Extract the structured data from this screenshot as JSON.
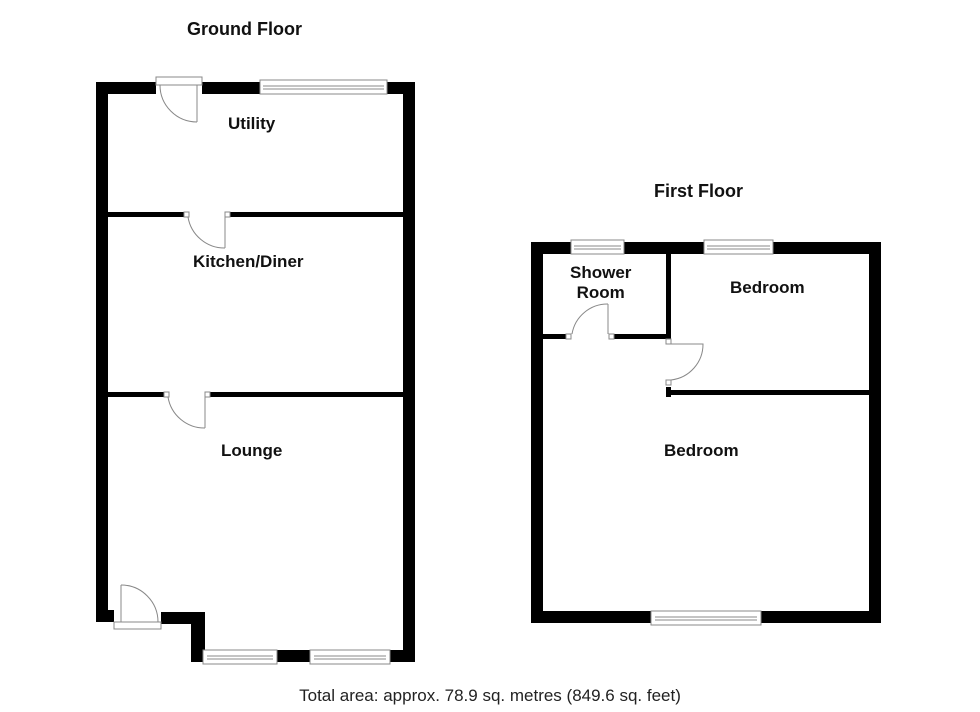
{
  "ground_floor": {
    "title": "Ground Floor",
    "rooms": [
      {
        "name": "Utility"
      },
      {
        "name": "Kitchen/Diner"
      },
      {
        "name": "Lounge"
      }
    ]
  },
  "first_floor": {
    "title": "First Floor",
    "rooms": [
      {
        "name": "Shower Room",
        "line1": "Shower",
        "line2": "Room"
      },
      {
        "name": "Bedroom"
      },
      {
        "name": "Bedroom"
      }
    ]
  },
  "footer": {
    "total_area": "Total area: approx. 78.9 sq. metres (849.6 sq. feet)"
  },
  "colors": {
    "wall": "#000000",
    "fixture_line": "#888888",
    "background": "#ffffff"
  }
}
